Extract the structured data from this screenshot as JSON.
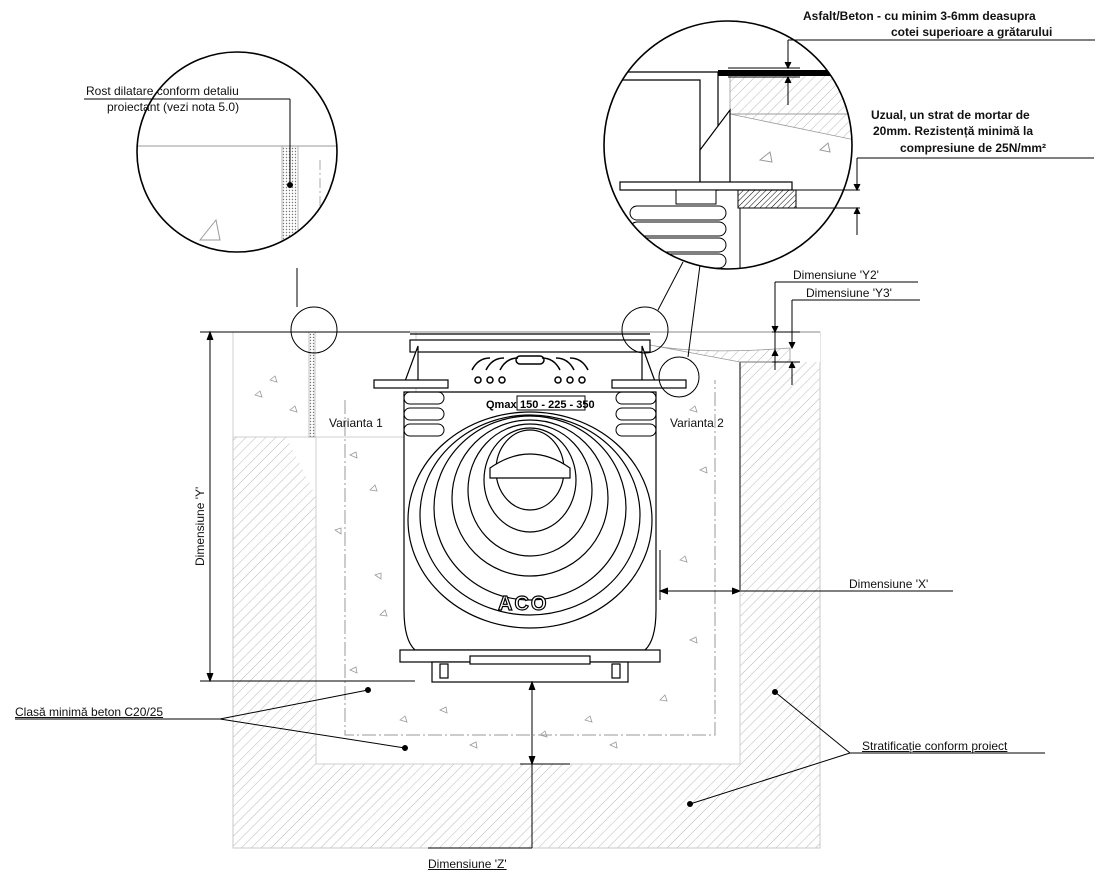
{
  "labels": {
    "expansion_joint_1": "Rost dilatare conform detaliu",
    "expansion_joint_2": "proiectant (vezi nota 5.0)",
    "asphalt_1": "Asfalt/Beton - cu minim 3-6mm deasupra",
    "asphalt_2": "cotei superioare a grătarului",
    "mortar_1": "Uzual, un strat de mortar de",
    "mortar_2": "20mm. Rezistență minimă la",
    "mortar_3": "compresiune de 25N/mm²",
    "dim_y2": "Dimensiune 'Y2'",
    "dim_y3": "Dimensiune 'Y3'",
    "variant_1": "Varianta 1",
    "variant_2": "Varianta 2",
    "dim_y": "Dimensiune 'Y'",
    "dim_x": "Dimensiune 'X'",
    "concrete_class": "Clasă minimă beton C20/25",
    "stratification": "Stratificație conform proiect",
    "dim_z": "Dimensiune 'Z'",
    "qmax": "Qmax",
    "qmax_values": "150 - 225 - 350",
    "brand": "ACO"
  },
  "colors": {
    "line": "#000000",
    "hatch": "#9a9a9a",
    "concrete_dot": "#8a8a8a"
  }
}
